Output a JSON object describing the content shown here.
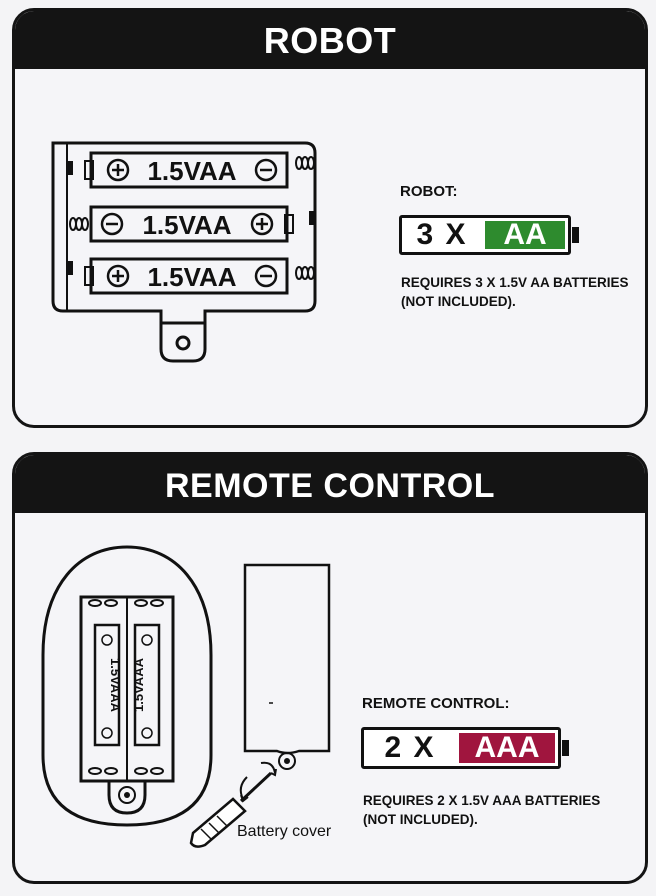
{
  "robot": {
    "title": "ROBOT",
    "batteries": [
      "1.5VAA",
      "1.5VAA",
      "1.5VAA"
    ],
    "label": "ROBOT:",
    "gauge": {
      "count": "3 X",
      "type": "AA",
      "type_color": "#2e8b2e"
    },
    "note_line1": "REQUIRES 3 X 1.5V AA BATTERIES",
    "note_line2": "(NOT INCLUDED)."
  },
  "remote": {
    "title": "REMOTE CONTROL",
    "batteries": [
      "1.5VAAA",
      "1.5VAAA"
    ],
    "caption": "Battery cover",
    "label": "REMOTE CONTROL:",
    "gauge": {
      "count": "2 X",
      "type": "AAA",
      "type_color": "#a0153e"
    },
    "note_line1": "REQUIRES 2 X 1.5V AAA BATTERIES",
    "note_line2": "(NOT INCLUDED)."
  },
  "colors": {
    "header_bg": "#141414",
    "panel_bg": "#f5f5f8",
    "aa_green": "#2e8b2e",
    "aaa_red": "#a0153e"
  }
}
